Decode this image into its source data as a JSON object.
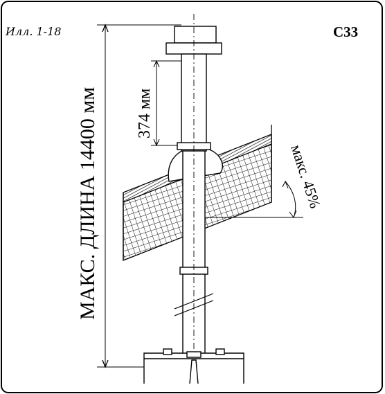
{
  "figure": {
    "caption": "Илл. 1-18",
    "config_code": "C33"
  },
  "dimensions": {
    "max_length": "МАКС. ДЛИНА 14400 мм",
    "segment_length": "374 мм",
    "max_slope": "макс. 45%"
  },
  "colors": {
    "line": "#000000",
    "background": "#ffffff",
    "hatch": "#222222"
  },
  "icons": {
    "terminal": "vertical-flue-terminal-icon",
    "boiler": "boiler-unit-icon"
  }
}
